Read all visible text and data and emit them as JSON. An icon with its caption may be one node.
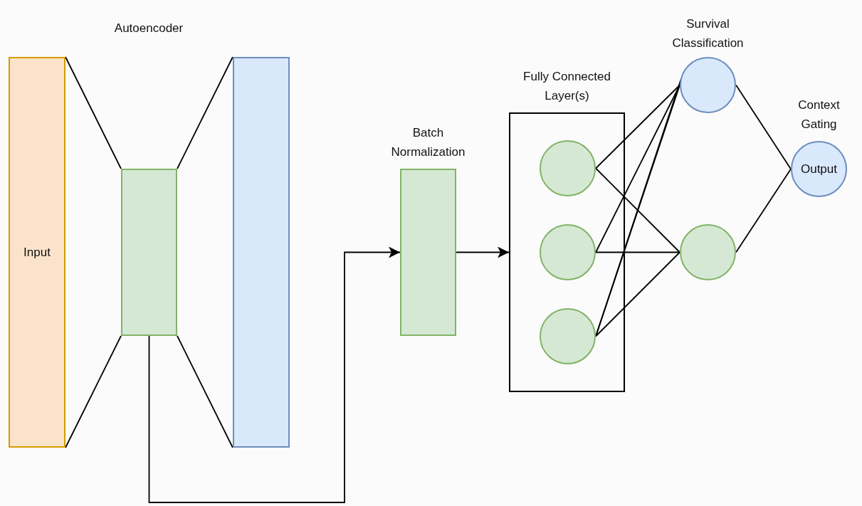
{
  "diagram": {
    "nodes": [
      {
        "text": [
          "Input"
        ]
      },
      {
        "text": [],
        "shape": "box"
      },
      {
        "text": [],
        "shape": "box"
      },
      {
        "text": [
          "Batch Normalization"
        ]
      },
      {
        "text": [
          "Fully Connected Layer(s)"
        ]
      },
      {
        "text": [],
        "shape": "circle",
        "in": 4
      },
      {
        "text": [],
        "shape": "circle",
        "in": 4
      },
      {
        "text": [],
        "shape": "circle",
        "in": 4
      },
      {
        "text": [
          "Survival Classification"
        ]
      },
      {
        "text": [],
        "shape": "circle"
      },
      {
        "text": [
          "Context Gating",
          "Output"
        ]
      }
    ],
    "edges": [
      {
        "from": 0,
        "to": 1,
        "arrow": "none"
      },
      {
        "from": 0,
        "to": 1,
        "arrow": "none"
      },
      {
        "from": 1,
        "to": 2,
        "arrow": "none"
      },
      {
        "from": 1,
        "to": 2,
        "arrow": "none"
      },
      {
        "from": 1,
        "to": 3,
        "arrow": "to"
      },
      {
        "from": 3,
        "to": 4,
        "arrow": "to"
      },
      {
        "from": 5,
        "to": 8,
        "arrow": "none"
      },
      {
        "from": 5,
        "to": 9,
        "arrow": "none"
      },
      {
        "from": 6,
        "to": 8,
        "arrow": "none"
      },
      {
        "from": 6,
        "to": 9,
        "arrow": "none"
      },
      {
        "from": 7,
        "to": 8,
        "arrow": "none"
      },
      {
        "from": 7,
        "to": 8,
        "arrow": "none"
      },
      {
        "from": 7,
        "to": 9,
        "arrow": "none"
      },
      {
        "from": 8,
        "to": 10,
        "arrow": "none"
      },
      {
        "from": 9,
        "to": 10,
        "arrow": "none"
      }
    ],
    "labels": [
      "Autoencoder"
    ]
  }
}
